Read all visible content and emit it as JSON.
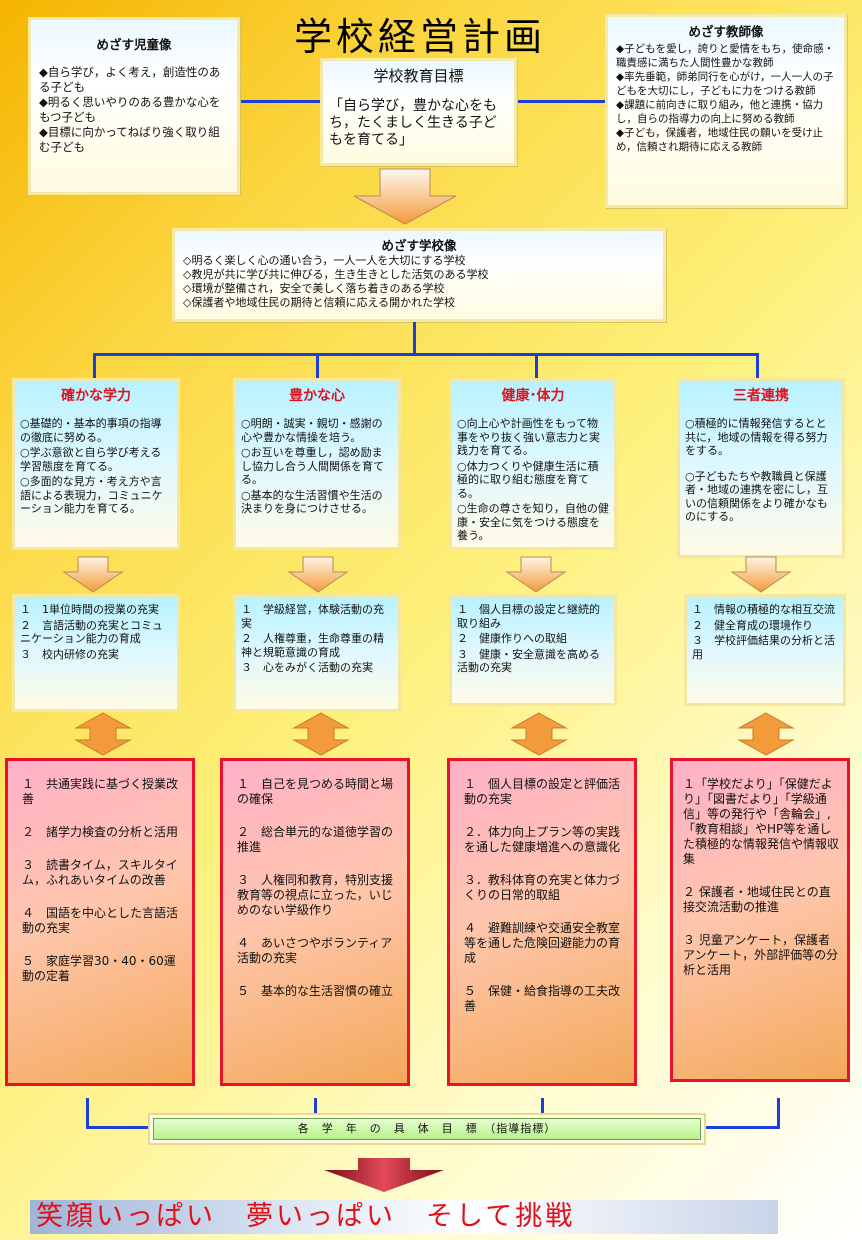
{
  "title": "学校経営計画",
  "child_image": {
    "heading": "めざす児童像",
    "items": [
      "◆自ら学び，よく考え，創造性のある子ども",
      "◆明るく思いやりのある豊かな心をもつ子ども",
      "◆目標に向かってねばり強く取り組む子ども"
    ]
  },
  "school_goal": {
    "heading": "学校教育目標",
    "text": "「自ら学び，豊かな心をもち，たくましく生きる子どもを育てる」"
  },
  "teacher_image": {
    "heading": "めざす教師像",
    "items": [
      "◆子どもを愛し，誇りと愛情をもち，使命感・職責感に満ちた人間性豊かな教師",
      "◆率先垂範，師弟同行を心がけ，一人一人の子どもを大切にし，子どもに力をつける教師",
      "◆課題に前向きに取り組み，他と連携・協力し，自らの指導力の向上に努める教師",
      "◆子ども，保護者，地域住民の願いを受け止め，信頼され期待に応える教師"
    ]
  },
  "school_image": {
    "heading": "めざす学校像",
    "items": [
      "◇明るく楽しく心の通い合う，一人一人を大切にする学校",
      "◇教児が共に学び共に伸びる，生き生きとした活気のある学校",
      "◇環境が整備され，安全で美しく落ち着きのある学校",
      "◇保護者や地域住民の期待と信頼に応える開かれた学校"
    ]
  },
  "pillars": [
    {
      "title": "確かな学力",
      "desc": [
        "○基礎的・基本的事項の指導の徹底に努める。",
        "○学ぶ意欲と自ら学び考える学習態度を育てる。",
        "○多面的な見方・考え方や言語による表現力，コミュニケーション能力を育てる。"
      ],
      "plan": [
        "１　1単位時間の授業の充実",
        "２　言語活動の充実とコミュニケーション能力の育成",
        "３　校内研修の充実"
      ],
      "actions": [
        "１　共通実践に基づく授業改善",
        "２　諸学力検査の分析と活用",
        "３　読書タイム，スキルタイム，ふれあいタイムの改善",
        "４　国語を中心とした言語活動の充実",
        "５　家庭学習30・40・60運動の定着"
      ]
    },
    {
      "title": "豊かな心",
      "desc": [
        "○明朗・誠実・親切・感謝の心や豊かな情操を培う。",
        "○お互いを尊重し，認め励まし協力し合う人間関係を育てる。",
        "○基本的な生活習慣や生活の決まりを身につけさせる。"
      ],
      "plan": [
        "１　学級経営，体験活動の充実",
        "２　人権尊重，生命尊重の精神と規範意識の育成",
        "３　心をみがく活動の充実"
      ],
      "actions": [
        "１　自己を見つめる時間と場の確保",
        "２　総合単元的な道徳学習の推進",
        "３　人権同和教育，特別支援教育等の視点に立った，いじめのない学級作り",
        "４　あいさつやボランティア活動の充実",
        "５　基本的な生活習慣の確立"
      ]
    },
    {
      "title": "健康･体力",
      "desc": [
        "○向上心や計画性をもって物事をやり抜く強い意志力と実践力を育てる。",
        "○体力つくりや健康生活に積極的に取り組む態度を育てる。",
        "○生命の尊さを知り，自他の健康・安全に気をつける態度を養う。"
      ],
      "plan": [
        "１　個人目標の設定と継続的取り組み",
        "２　健康作りへの取組",
        "３　健康・安全意識を高める活動の充実"
      ],
      "actions": [
        "１　個人目標の設定と評価活動の充実",
        "２．体力向上プラン等の実践を通した健康増進への意識化",
        "３．教科体育の充実と体力づくりの日常的取組",
        "４　避難訓練や交通安全教室等を通した危険回避能力の育成",
        "５　保健・給食指導の工夫改善"
      ]
    },
    {
      "title": "三者連携",
      "desc": [
        "○積極的に情報発信するとと共に，地域の情報を得る努力をする。",
        "",
        "○子どもたちや教職員と保護者・地域の連携を密にし，互いの信頼関係をより確かなものにする。"
      ],
      "plan": [
        "１　情報の積極的な相互交流",
        "２　健全育成の環境作り",
        "３　学校評価結果の分析と活用"
      ],
      "actions": [
        "１「学校だより」「保健だより」「図書だより」「学級通信」等の発行や「舎輪会」,「教育相談」やHP等を通した積極的な情報発信や情報収集",
        "２ 保護者・地域住民との直接交流活動の推進",
        "３ 児童アンケート，保護者アンケート，外部評価等の分析と活用"
      ]
    }
  ],
  "bottom_bar": "各　学　年　の　具　体　目　標　（指導指標）",
  "slogan": "笑顔いっぱい　夢いっぱい　そして挑戦",
  "colors": {
    "accent_red": "#e0141e",
    "line_blue": "#1c3fd8",
    "arrow_orange": "#f39a3a"
  }
}
